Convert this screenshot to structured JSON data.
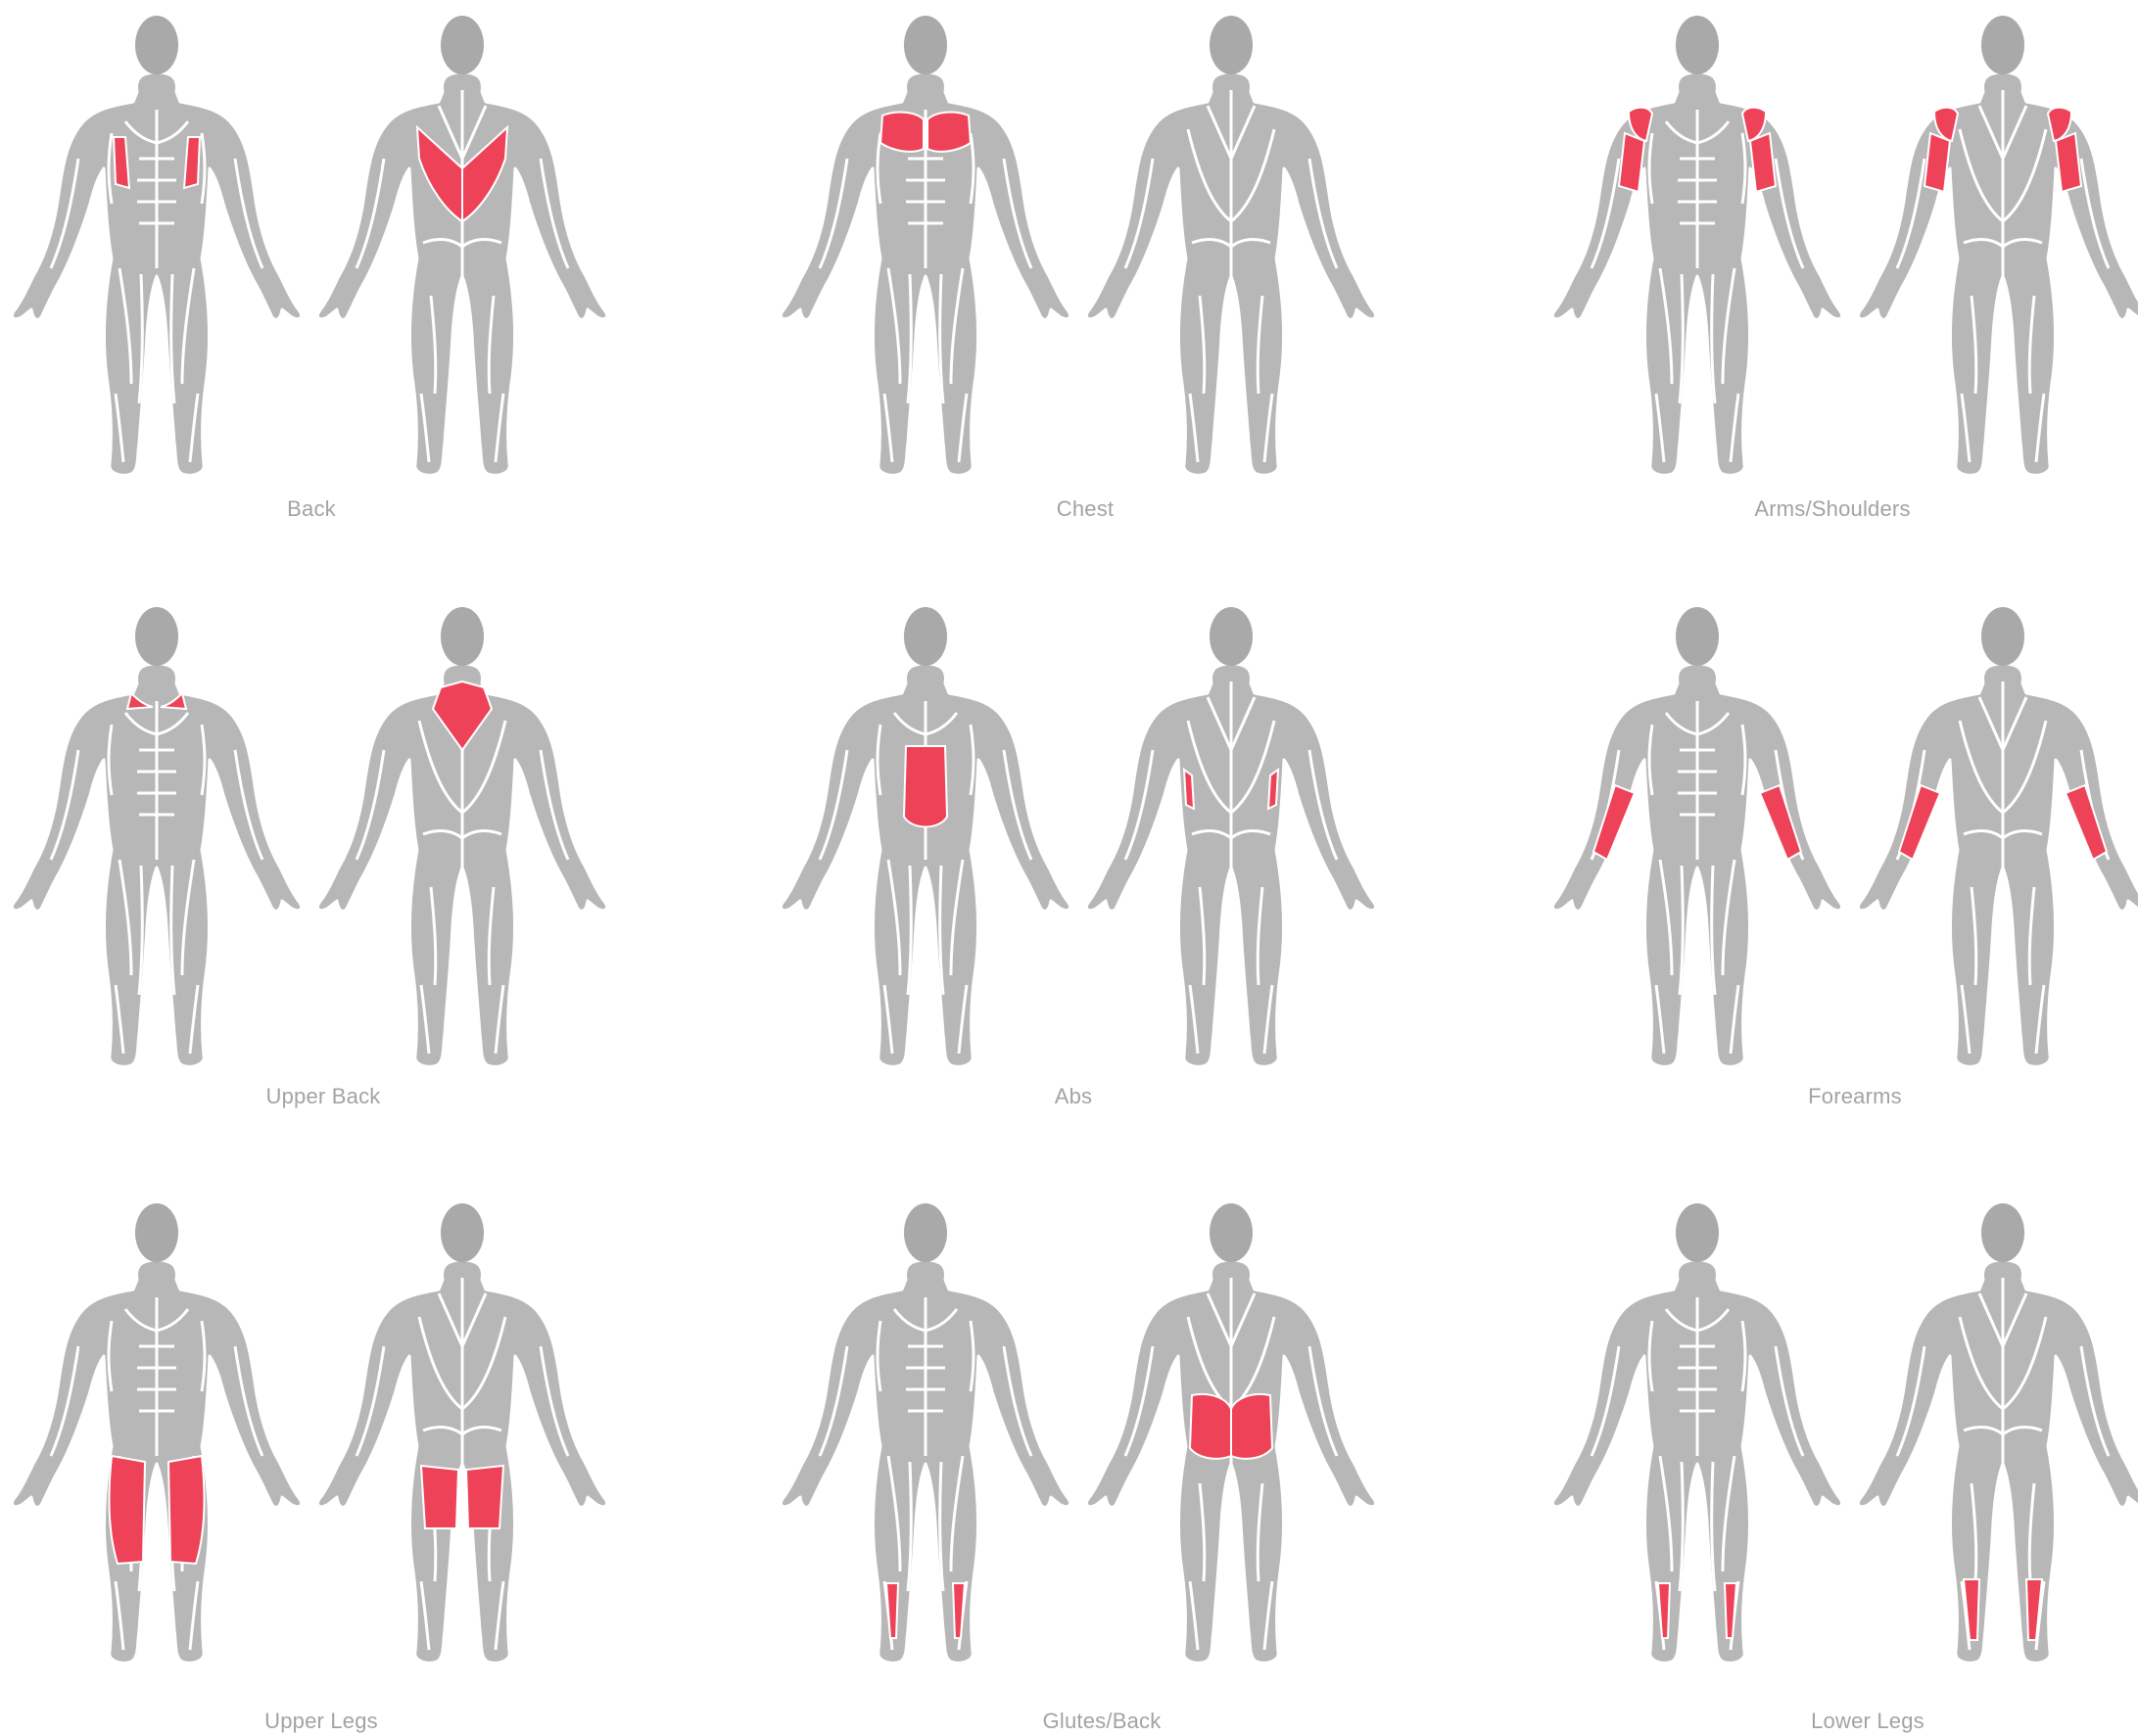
{
  "colors": {
    "body": "#b7b7b7",
    "head": "#a9a9a9",
    "outline": "#ffffff",
    "highlight": "#ee4258",
    "caption": "#a3a3a3"
  },
  "views": [
    "front",
    "back"
  ],
  "panels": [
    {
      "label": "Back",
      "front": [
        "lats"
      ],
      "back": [
        "lats"
      ]
    },
    {
      "label": "Chest",
      "front": [
        "chest"
      ],
      "back": []
    },
    {
      "label": "Arms/Shoulders",
      "front": [
        "shoulders",
        "upper-arms"
      ],
      "back": [
        "shoulders",
        "upper-arms"
      ]
    },
    {
      "label": "Upper Back",
      "front": [
        "traps"
      ],
      "back": [
        "traps"
      ]
    },
    {
      "label": "Abs",
      "front": [
        "abs"
      ],
      "back": [
        "obliques"
      ]
    },
    {
      "label": "Forearms",
      "front": [
        "forearms"
      ],
      "back": [
        "forearms"
      ]
    },
    {
      "label": "Upper Legs",
      "front": [
        "quads"
      ],
      "back": [
        "hamstrings"
      ]
    },
    {
      "label": "Glutes/Back",
      "front": [
        "calves"
      ],
      "back": [
        "glutes"
      ]
    },
    {
      "label": "Lower Legs",
      "front": [
        "calves"
      ],
      "back": [
        "calves"
      ]
    }
  ]
}
